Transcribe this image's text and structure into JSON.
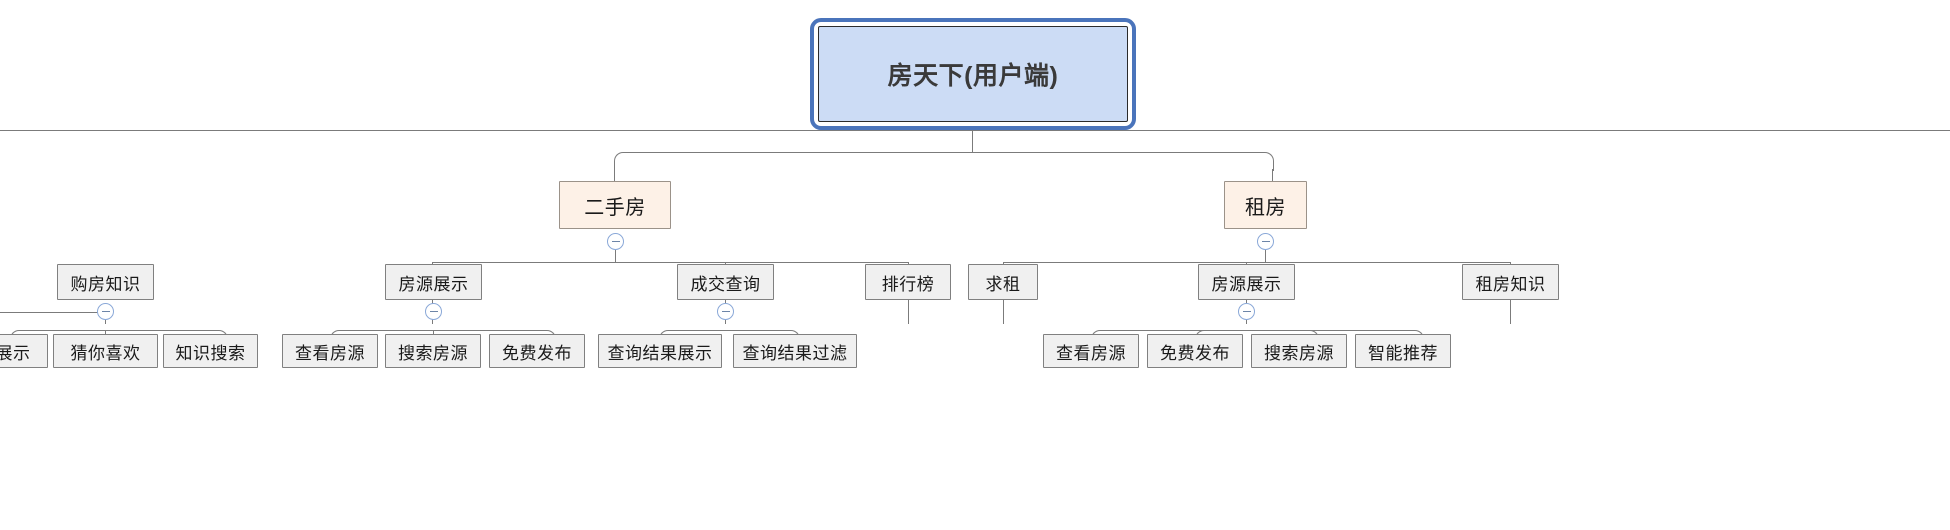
{
  "diagram": {
    "type": "mindmap-tree",
    "title": "房天下(用户端)",
    "root": {
      "label": "房天下(用户端)",
      "selected": true,
      "fill": "#ccdcf5",
      "selection_color": "#4a74bb"
    },
    "level2": [
      {
        "label": "二手房",
        "fill": "#fdf1e7"
      },
      {
        "label": "租房",
        "fill": "#fdf1e7"
      }
    ],
    "level3": [
      {
        "label": "购房知识"
      },
      {
        "label": "房源展示"
      },
      {
        "label": "成交查询"
      },
      {
        "label": "排行榜"
      },
      {
        "label": "求租"
      },
      {
        "label": "房源展示"
      },
      {
        "label": "租房知识"
      }
    ],
    "leaves": [
      {
        "label": "展示"
      },
      {
        "label": "猜你喜欢"
      },
      {
        "label": "知识搜索"
      },
      {
        "label": "查看房源"
      },
      {
        "label": "搜索房源"
      },
      {
        "label": "免费发布"
      },
      {
        "label": "查询结果展示"
      },
      {
        "label": "查询结果过滤"
      },
      {
        "label": "查看房源"
      },
      {
        "label": "免费发布"
      },
      {
        "label": "搜索房源"
      },
      {
        "label": "智能推荐"
      }
    ],
    "toggles": [
      {
        "state": "expanded",
        "glyph": "minus"
      },
      {
        "state": "expanded",
        "glyph": "minus"
      },
      {
        "state": "expanded",
        "glyph": "minus"
      },
      {
        "state": "expanded",
        "glyph": "minus"
      },
      {
        "state": "expanded",
        "glyph": "minus"
      },
      {
        "state": "expanded",
        "glyph": "minus"
      },
      {
        "state": "expanded",
        "glyph": "minus"
      }
    ],
    "colors": {
      "connector": "#7b7b7b",
      "node_border": "#808080",
      "leaf_fill": "#f0f0f0",
      "toggle_border": "#8aa8d8"
    }
  }
}
